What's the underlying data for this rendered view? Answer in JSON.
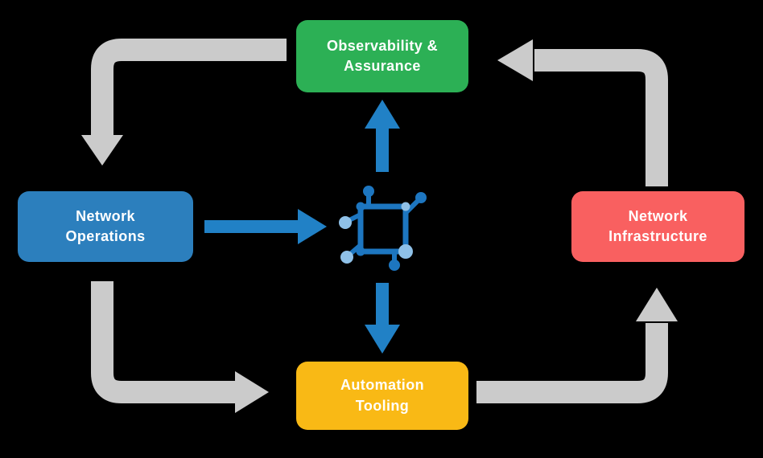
{
  "diagram": {
    "nodes": {
      "observability": {
        "label": "Observability &\nAssurance",
        "color": "#2cb055"
      },
      "operations": {
        "label": "Network\nOperations",
        "color": "#2c7fbd"
      },
      "infrastructure": {
        "label": "Network\nInfrastructure",
        "color": "#f96060"
      },
      "automation": {
        "label": "Automation\nTooling",
        "color": "#f9b915"
      }
    },
    "center_icon": "network-automation-icon",
    "flows": [
      {
        "from": "observability",
        "to": "operations",
        "style": "gray-elbow"
      },
      {
        "from": "operations",
        "to": "automation",
        "style": "gray-elbow"
      },
      {
        "from": "automation",
        "to": "infrastructure",
        "style": "gray-elbow"
      },
      {
        "from": "infrastructure",
        "to": "observability",
        "style": "gray-elbow"
      },
      {
        "from": "operations",
        "to": "center-icon",
        "style": "blue-straight"
      },
      {
        "from": "center-icon",
        "to": "observability",
        "style": "blue-straight"
      },
      {
        "from": "center-icon",
        "to": "automation",
        "style": "blue-straight"
      }
    ],
    "colors": {
      "background": "#000000",
      "text": "#ffffff",
      "arrow_gray": "#cbcbcb",
      "arrow_blue": "#2181c6",
      "icon_dark_blue": "#1d76c0",
      "icon_light_blue": "#8fc1e8"
    }
  }
}
